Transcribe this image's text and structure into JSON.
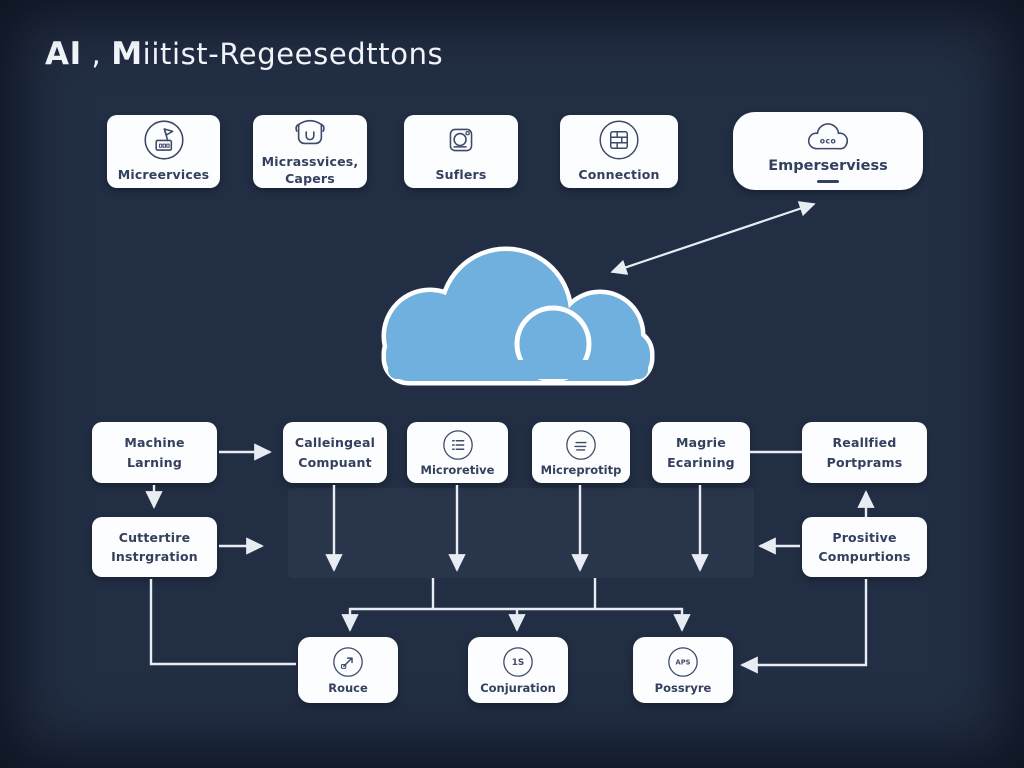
{
  "title": {
    "bold1": "AI",
    "sep": " , ",
    "bold2": "M",
    "rest": "iitist-Regeesedttons"
  },
  "colors": {
    "background": "#222e44",
    "card": "#fcfdfe",
    "card_text": "#33405e",
    "connector": "#e8edf4",
    "cloud_fill": "#6fb0de",
    "cloud_stroke": "#ffffff"
  },
  "top_cards": [
    {
      "icon": "flag-box-icon",
      "label": "Micreervices"
    },
    {
      "icon": "basket-icon",
      "line1": "Micrassvices,",
      "line2": "Capers"
    },
    {
      "icon": "camera-icon",
      "label": "Suflers"
    },
    {
      "icon": "grid-circle-icon",
      "label": "Connection"
    },
    {
      "icon": "cloud-icon",
      "icon_text": "oco",
      "label": "Emperserviess"
    }
  ],
  "cloud": {
    "icon": "big-cloud-icon"
  },
  "mid_cards": [
    {
      "line1": "Machine",
      "line2": "Larning"
    },
    {
      "line1": "Calleingeal",
      "line2": "Compuant"
    },
    {
      "icon": "list-circle-icon",
      "label": "Microretive"
    },
    {
      "icon": "lines-circle-icon",
      "label": "Micreprotitp"
    },
    {
      "line1": "Magrie",
      "line2": "Ecarining"
    },
    {
      "line1": "Reallfied",
      "line2": "Portprams"
    }
  ],
  "row3_cards": [
    {
      "line1": "Cuttertire",
      "line2": "Instrgration"
    },
    {
      "line1": "Prositive",
      "line2": "Compurtions"
    }
  ],
  "bottom_cards": [
    {
      "icon": "arrow-circle-icon",
      "label": "Rouce"
    },
    {
      "icon": "badge-circle-icon",
      "icon_text": "1S",
      "label": "Conjuration"
    },
    {
      "icon": "badge-circle-icon",
      "icon_text": "APS",
      "label": "Possryre"
    }
  ]
}
